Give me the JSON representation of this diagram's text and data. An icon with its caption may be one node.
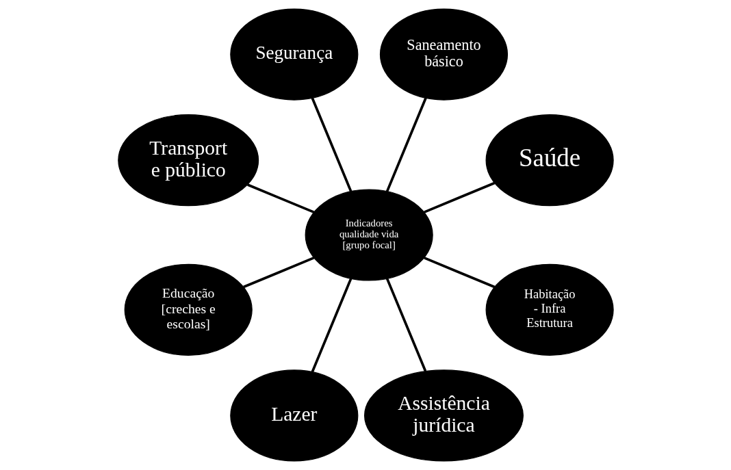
{
  "diagram": {
    "nodes": [
      {
        "text": [
          "Saúde"
        ]
      },
      {
        "text": [
          "Saneamento básico"
        ]
      },
      {
        "text": [
          "Segurança"
        ]
      },
      {
        "text": [
          "Transport e público"
        ]
      },
      {
        "text": [
          "Indicadores qualidade vida [grupo focal]"
        ]
      },
      {
        "text": [
          "Educação [creches e escolas]"
        ]
      },
      {
        "text": [
          "Lazer"
        ]
      },
      {
        "text": [
          "Assistência jurídica"
        ]
      },
      {
        "text": [
          "Habitação - Infra Estrutura"
        ]
      }
    ],
    "edges": [
      {
        "from": 4,
        "to": 1,
        "arrow": "none"
      },
      {
        "from": 4,
        "to": 0,
        "arrow": "none"
      },
      {
        "from": 4,
        "to": 2,
        "arrow": "none"
      },
      {
        "from": 4,
        "to": 3,
        "arrow": "none"
      },
      {
        "from": 4,
        "to": 5,
        "arrow": "none"
      },
      {
        "from": 4,
        "to": 6,
        "arrow": "none"
      },
      {
        "from": 4,
        "to": 8,
        "arrow": "none"
      },
      {
        "from": 4,
        "to": 7,
        "arrow": "none"
      }
    ]
  }
}
